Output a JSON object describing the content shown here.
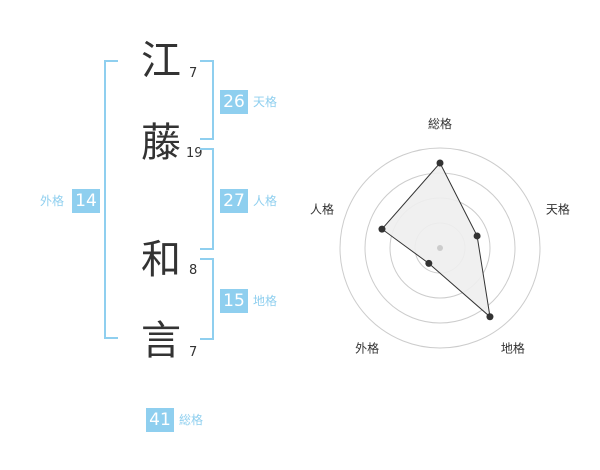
{
  "name": {
    "characters": [
      {
        "char": "江",
        "strokes": "7"
      },
      {
        "char": "藤",
        "strokes": "19"
      },
      {
        "char": "和",
        "strokes": "8"
      },
      {
        "char": "言",
        "strokes": "7"
      }
    ]
  },
  "fortunes": {
    "tenkaku": {
      "value": "26",
      "label": "天格"
    },
    "jinkaku": {
      "value": "27",
      "label": "人格"
    },
    "chikaku": {
      "value": "15",
      "label": "地格"
    },
    "gaikaku": {
      "value": "14",
      "label": "外格"
    },
    "soukaku": {
      "value": "41",
      "label": "総格"
    }
  },
  "colors": {
    "accent": "#8fcfef",
    "text": "#333333",
    "radar_fill": "#eeeeee"
  },
  "chart_data": {
    "type": "radar",
    "axes": [
      "総格",
      "天格",
      "地格",
      "外格",
      "人格"
    ],
    "values": [
      0.85,
      0.39,
      0.85,
      0.19,
      0.61
    ],
    "range": [
      0,
      1
    ],
    "rings": 4,
    "grid": true
  }
}
